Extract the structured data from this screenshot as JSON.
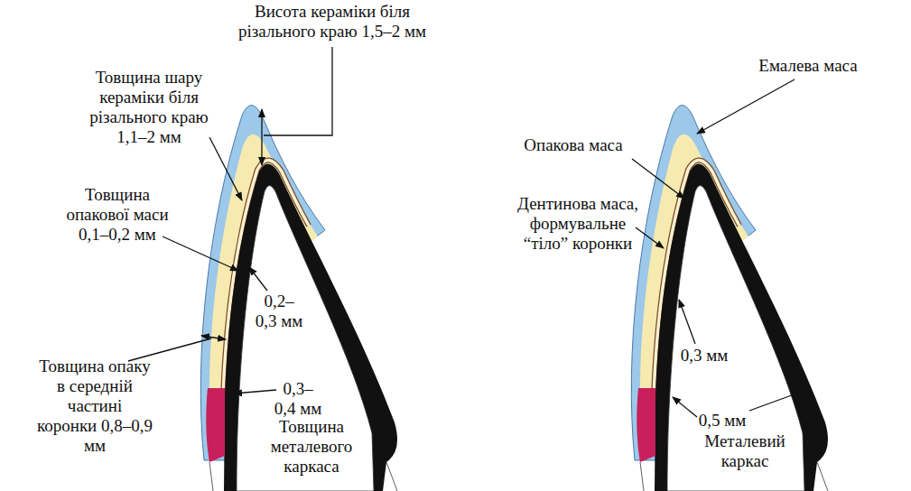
{
  "diagram": {
    "labels": [
      "Висота кераміки біля різального краю 1,5–2 мм",
      "Товщина шару кераміки біля різального краю 1,1–2 мм",
      "Товщина опакової маси 0,1–0,2 мм",
      "0,2– 0,3 мм",
      "0,3– 0,4 мм",
      "Товщина металевого каркаса",
      "Товщина опаку в середній частині коронки 0,8–0,9 мм",
      "Емалева маса",
      "Опакова маса",
      "Дентинова маса, формувальне “тіло” коронки",
      "0,3 мм",
      "0,5 мм",
      "Металевий каркас"
    ]
  }
}
